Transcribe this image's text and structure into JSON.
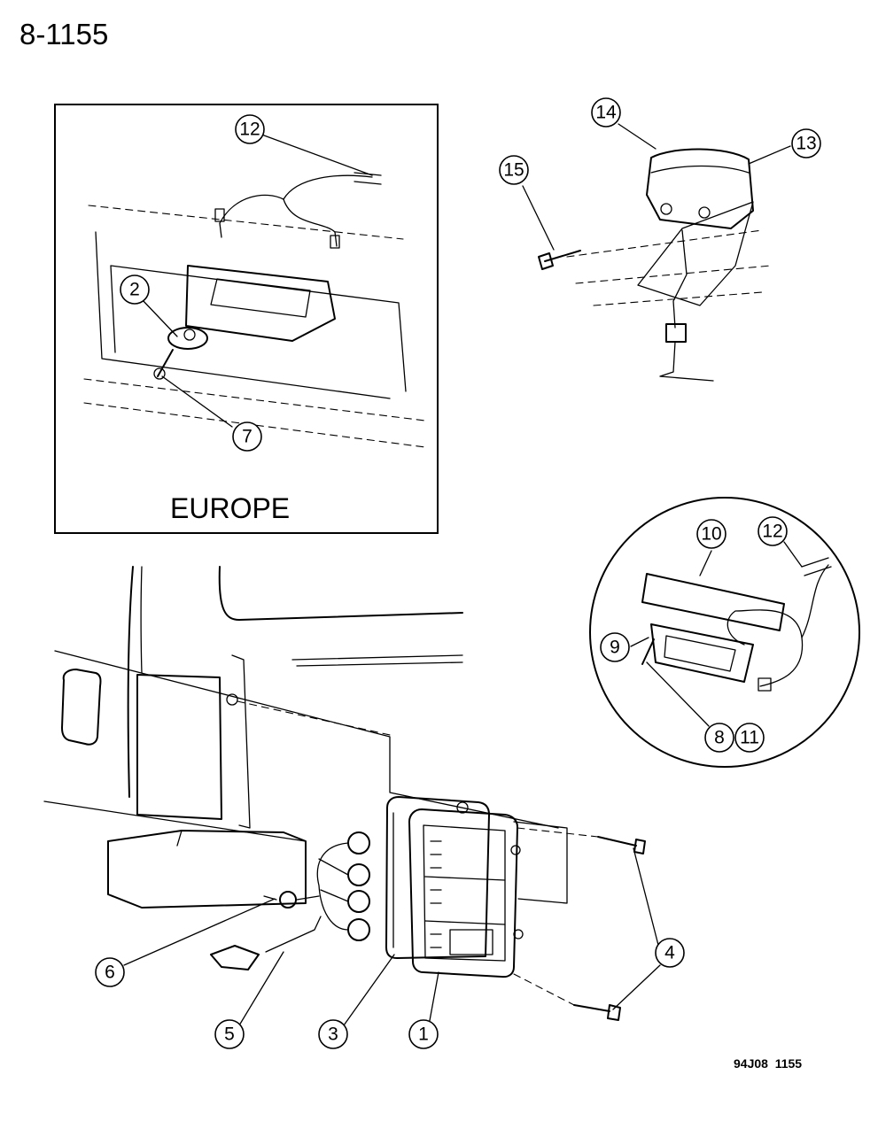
{
  "page_number": "8-1155",
  "figure_code": "94J08  1155",
  "inset_europe": {
    "label": "EUROPE"
  },
  "callouts": [
    "1",
    "2",
    "3",
    "4",
    "5",
    "6",
    "7",
    "8",
    "9",
    "10",
    "11",
    "12",
    "13",
    "14",
    "15"
  ]
}
